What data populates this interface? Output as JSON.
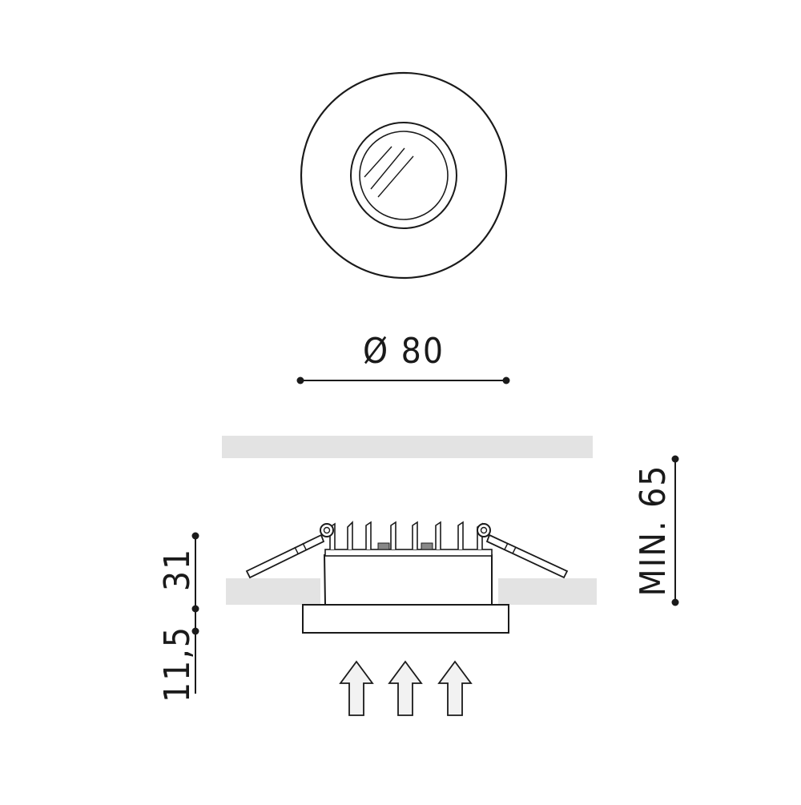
{
  "dimensions": {
    "diameter": "Ø 80",
    "min_cavity": "MIN. 65",
    "total_height": "31",
    "visible_height": "11,5"
  },
  "colors": {
    "line": "#1a1a1a",
    "ceiling": "#e3e3e3",
    "arrow_fill": "#f2f2f2"
  },
  "icons": [
    "light-direction-arrow",
    "light-direction-arrow",
    "light-direction-arrow"
  ]
}
